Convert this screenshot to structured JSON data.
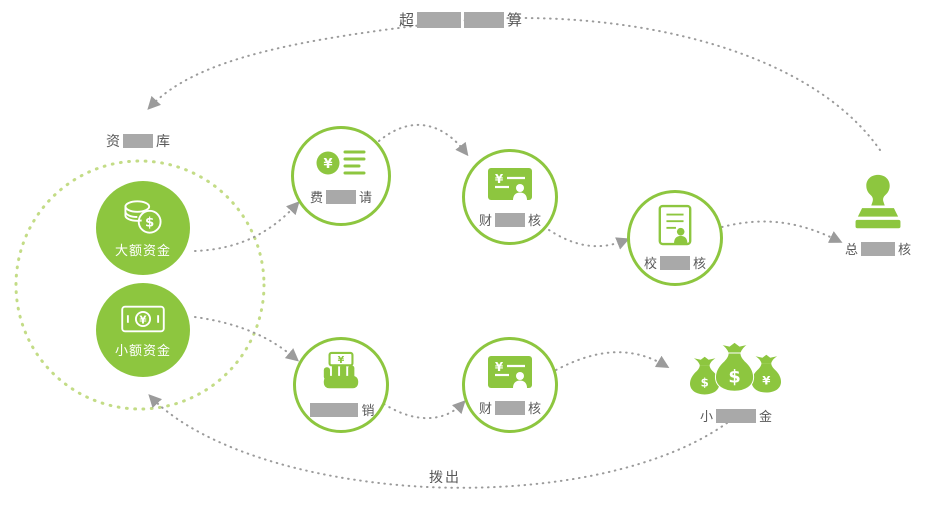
{
  "colors": {
    "green": "#8dc63f",
    "green-light": "#c3dc86",
    "arrow": "#9b9b9b",
    "text": "#595959",
    "redact": "#a9a9a9"
  },
  "banners": {
    "top": {
      "prefix": "超",
      "suffix": "算"
    },
    "bottom": "拨出"
  },
  "fund_pool": {
    "label": {
      "prefix": "资",
      "suffix": "库"
    },
    "large": {
      "label": "大额资金",
      "icon": "coins-icon"
    },
    "small": {
      "label": "小额资金",
      "icon": "banknote-icon"
    }
  },
  "flow_top": {
    "expense_apply": {
      "prefix": "费",
      "suffix": "请",
      "icon": "yuan-list-icon"
    },
    "finance_review": {
      "prefix": "财",
      "suffix": "核",
      "icon": "card-person-icon"
    },
    "principal_review": {
      "prefix": "校",
      "suffix": "核",
      "icon": "document-person-icon"
    },
    "gm_approve": {
      "prefix": "总",
      "suffix": "核",
      "icon": "stamp-icon"
    }
  },
  "flow_bottom": {
    "petty_apply": {
      "prefix": "",
      "suffix": "销",
      "icon": "hand-money-icon"
    },
    "finance_review": {
      "prefix": "财",
      "suffix": "核",
      "icon": "card-person-icon"
    },
    "petty_fund": {
      "prefix": "小",
      "suffix": "金",
      "icon": "money-bags-icon"
    }
  },
  "glyphs": {
    "dollar": "$",
    "yuan": "¥"
  }
}
